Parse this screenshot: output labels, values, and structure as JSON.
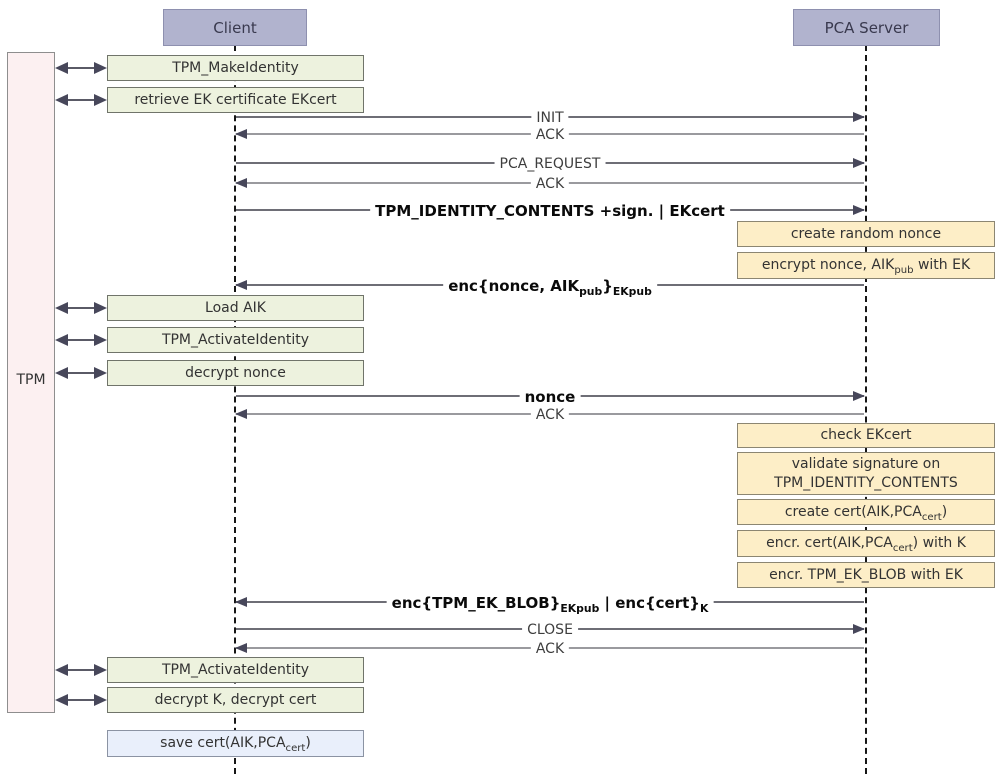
{
  "actors": [
    {
      "label": "Client"
    },
    {
      "label": "PCA Server"
    }
  ],
  "tpm": {
    "label": "TPM"
  },
  "client_actions": [
    {
      "label": "TPM_MakeIdentity"
    },
    {
      "label": "retrieve EK certificate EKcert"
    },
    {
      "label": "Load AIK"
    },
    {
      "label": "TPM_ActivateIdentity"
    },
    {
      "label": "decrypt nonce"
    },
    {
      "label": "TPM_ActivateIdentity"
    },
    {
      "label": "decrypt K, decrypt cert"
    },
    {
      "label_parts": [
        {
          "t": "save cert(AIK,PCA"
        },
        {
          "t": "cert",
          "sub": true
        },
        {
          "t": ")"
        }
      ]
    }
  ],
  "pca_actions": [
    {
      "label": "create random nonce"
    },
    {
      "label_parts": [
        {
          "t": "encrypt nonce, AIK"
        },
        {
          "t": "pub",
          "sub": true
        },
        {
          "t": " with EK"
        }
      ]
    },
    {
      "label": "check EKcert"
    },
    {
      "label": "validate signature on\nTPM_IDENTITY_CONTENTS"
    },
    {
      "label_parts": [
        {
          "t": "create cert(AIK,PCA"
        },
        {
          "t": "cert",
          "sub": true
        },
        {
          "t": ")"
        }
      ]
    },
    {
      "label_parts": [
        {
          "t": "encr. cert(AIK,PCA"
        },
        {
          "t": "cert",
          "sub": true
        },
        {
          "t": ") with K"
        }
      ]
    },
    {
      "label": "encr. TPM_EK_BLOB with EK"
    }
  ],
  "messages": [
    {
      "label": "INIT",
      "direction": "right",
      "style": "plain"
    },
    {
      "label": "ACK",
      "direction": "left",
      "style": "plain"
    },
    {
      "label": "PCA_REQUEST",
      "direction": "right",
      "style": "plain"
    },
    {
      "label": "ACK",
      "direction": "left",
      "style": "plain"
    },
    {
      "label": "TPM_IDENTITY_CONTENTS +sign. | EKcert",
      "direction": "right",
      "style": "bold"
    },
    {
      "label_parts": [
        {
          "t": "enc{nonce, AIK"
        },
        {
          "t": "pub",
          "sub": true
        },
        {
          "t": "}"
        },
        {
          "t": "EKpub",
          "sub": true
        }
      ],
      "direction": "left",
      "style": "bold"
    },
    {
      "label": "nonce",
      "direction": "right",
      "style": "bold"
    },
    {
      "label": "ACK",
      "direction": "left",
      "style": "plain"
    },
    {
      "label_parts": [
        {
          "t": "enc{TPM_EK_BLOB}"
        },
        {
          "t": "EKpub",
          "sub": true
        },
        {
          "t": " | enc{cert}"
        },
        {
          "t": "K",
          "sub": true
        }
      ],
      "direction": "left",
      "style": "bold"
    },
    {
      "label": "CLOSE",
      "direction": "right",
      "style": "plain"
    },
    {
      "label": "ACK",
      "direction": "left",
      "style": "plain"
    }
  ],
  "colors": {
    "actor_fill": "#b1b3ce",
    "client_action_fill": "#edf2de",
    "pca_action_fill": "#fdeec7",
    "tpm_fill": "#fcf0f1",
    "save_action_fill": "#e9effb",
    "request_line": "#6e6e76",
    "ack_line": "#9a9a9e",
    "arrowhead": "#47475a"
  }
}
